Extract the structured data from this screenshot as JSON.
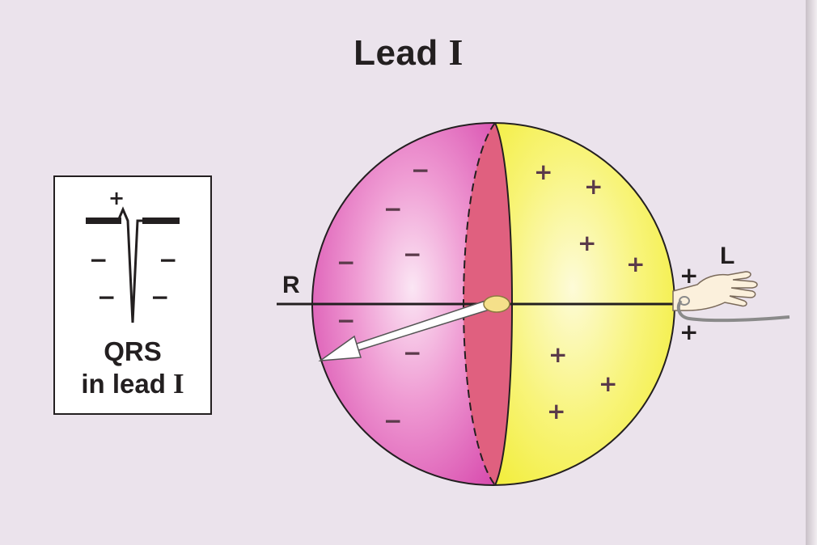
{
  "title": {
    "text": "Lead ",
    "roman": "I"
  },
  "qrs_box": {
    "plus_symbol": "+",
    "minus_symbol": "−",
    "caption_line1": "QRS",
    "caption_line2_text": "in lead ",
    "caption_line2_roman": "I"
  },
  "labels": {
    "right_electrode": "R",
    "left_electrode": "L"
  },
  "symbols": {
    "plus": "+",
    "minus": "−"
  },
  "colors": {
    "background": "#ebe3ec",
    "negative_hemisphere": "#e060b8",
    "positive_hemisphere": "#f6f24a",
    "cross_section": "#e0607f",
    "outline": "#231f20"
  }
}
